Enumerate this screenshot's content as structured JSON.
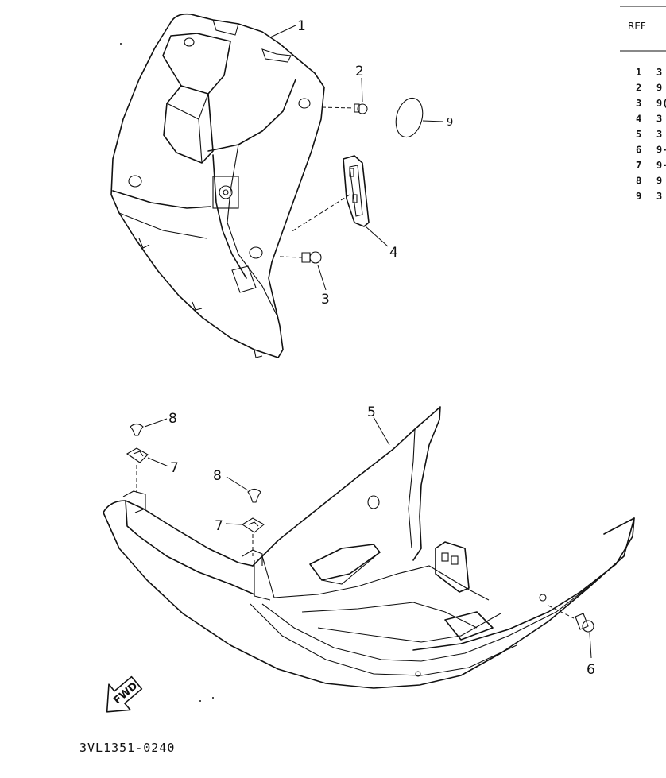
{
  "ref_table": {
    "header": "REF",
    "rows": [
      {
        "ref": "1",
        "part": "3"
      },
      {
        "ref": "2",
        "part": "9"
      },
      {
        "ref": "3",
        "part": "9("
      },
      {
        "ref": "4",
        "part": "3"
      },
      {
        "ref": "5",
        "part": "3"
      },
      {
        "ref": "6",
        "part": "9·"
      },
      {
        "ref": "7",
        "part": "9·"
      },
      {
        "ref": "8",
        "part": "9"
      },
      {
        "ref": "9",
        "part": "3"
      }
    ]
  },
  "callouts": {
    "c1": "1",
    "c2": "2",
    "c3": "3",
    "c4": "4",
    "c5": "5",
    "c6": "6",
    "c7a": "7",
    "c7b": "7",
    "c8a": "8",
    "c8b": "8",
    "c9": "9"
  },
  "fwd_label": "FWD",
  "diagram_code": "3VL1351-0240"
}
